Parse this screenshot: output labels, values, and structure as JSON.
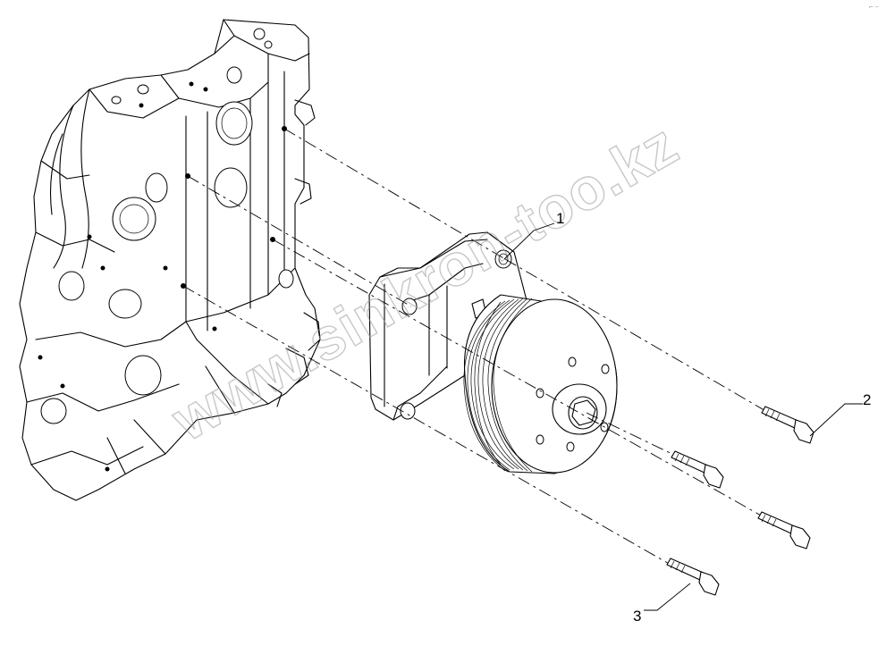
{
  "watermark": {
    "text": "www.sinkron-too.kz"
  },
  "corner_mark": {
    "text": "⌐ ⎯"
  },
  "callouts": [
    {
      "id": "1",
      "label": "1"
    },
    {
      "id": "2",
      "label": "2"
    },
    {
      "id": "3",
      "label": "3"
    }
  ]
}
